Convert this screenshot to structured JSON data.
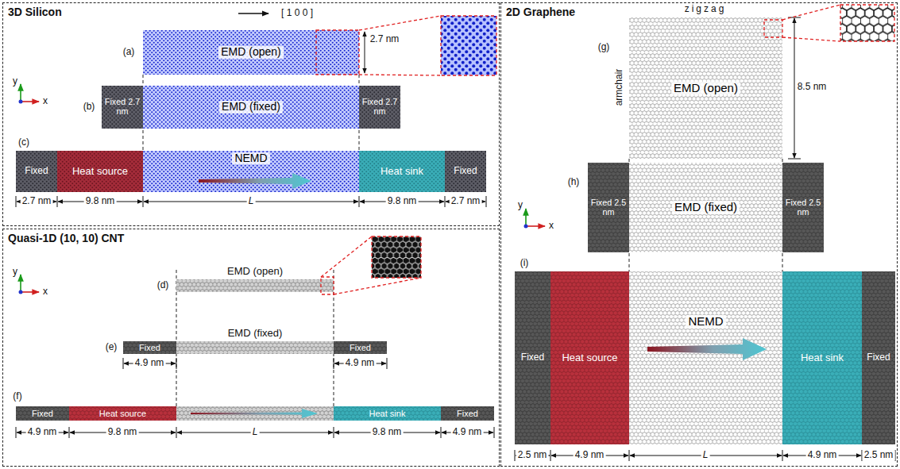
{
  "diagram": {
    "nodes": [
      {
        "text": [
          "3D Silicon"
        ]
      },
      {
        "text": [
          "EMD (open)"
        ],
        "in": 0
      },
      {
        "text": [
          "Fixed 2.7 nm"
        ],
        "in": 0
      },
      {
        "text": [
          "EMD (fixed)"
        ],
        "in": 0
      },
      {
        "text": [
          "Fixed 2.7 nm"
        ],
        "in": 0
      },
      {
        "text": [
          "Fixed"
        ],
        "in": 0
      },
      {
        "text": [
          "Heat source"
        ],
        "in": 0
      },
      {
        "text": [
          "NEMD"
        ],
        "in": 0
      },
      {
        "text": [
          "Heat sink"
        ],
        "in": 0
      },
      {
        "text": [
          "Fixed"
        ],
        "in": 0
      },
      {
        "text": [
          "Quasi-1D (10, 10) CNT"
        ]
      },
      {
        "text": [
          "EMD (open)"
        ],
        "in": 10
      },
      {
        "text": [
          "Fixed"
        ],
        "in": 10
      },
      {
        "text": [
          "EMD (fixed)"
        ],
        "in": 10
      },
      {
        "text": [
          "Fixed"
        ],
        "in": 10
      },
      {
        "text": [
          "Fixed"
        ],
        "in": 10
      },
      {
        "text": [
          "Heat source"
        ],
        "in": 10
      },
      {
        "text": [
          "Heat sink"
        ],
        "in": 10
      },
      {
        "text": [
          "Fixed"
        ],
        "in": 10
      },
      {
        "text": [
          "2D Graphene"
        ]
      },
      {
        "text": [
          "EMD (open)"
        ],
        "in": 19
      },
      {
        "text": [
          "Fixed 2.5 nm"
        ],
        "in": 19
      },
      {
        "text": [
          "EMD (fixed)"
        ],
        "in": 19
      },
      {
        "text": [
          "Fixed 2.5 nm"
        ],
        "in": 19
      },
      {
        "text": [
          "Fixed"
        ],
        "in": 19
      },
      {
        "text": [
          "Heat source"
        ],
        "in": 19
      },
      {
        "text": [
          "NEMD"
        ],
        "in": 19
      },
      {
        "text": [
          "Heat sink"
        ],
        "in": 19
      },
      {
        "text": [
          "Fixed"
        ],
        "in": 19
      }
    ],
    "labels": [
      "[ 1 0 0 ]",
      "y",
      "x",
      "(a)",
      "2.7 nm",
      "(b)",
      "(c)",
      "2.7 nm",
      "9.8 nm",
      "L",
      "9.8 nm",
      "2.7 nm",
      "y",
      "x",
      "(d)",
      "(e)",
      "4.9 nm",
      "4.9 nm",
      "(f)",
      "4.9 nm",
      "9.8 nm",
      "L",
      "9.8 nm",
      "4.9 nm",
      "zigzag",
      "armchair",
      "8.5 nm",
      "(g)",
      "y",
      "x",
      "(h)",
      "(i)",
      "2.5 nm",
      "4.9 nm",
      "L",
      "4.9 nm",
      "2.5 nm"
    ]
  }
}
